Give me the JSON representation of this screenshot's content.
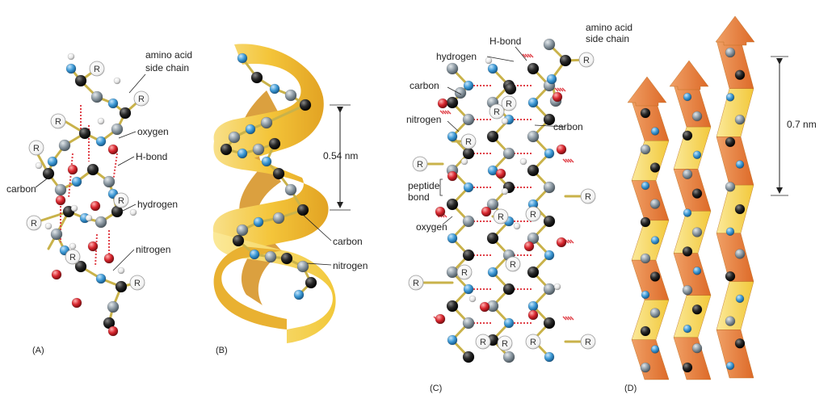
{
  "colors": {
    "carbon": "#2a2a2a",
    "carbon_grey": "#8c99a3",
    "nitrogen": "#3e9ad6",
    "oxygen": "#d8262e",
    "hydrogen": "#e8e8e8",
    "ribbon_yellow": "#f4cc3c",
    "ribbon_orange": "#e8772e",
    "hbond": "#e0424a",
    "bond": "#c9b24a"
  },
  "r_group_text": "R",
  "panelA": {
    "panel_label": "(A)",
    "amino_acid_side_chain": "amino acid\nside chain",
    "oxygen": "oxygen",
    "h_bond": "H-bond",
    "carbon": "carbon",
    "hydrogen": "hydrogen",
    "nitrogen": "nitrogen"
  },
  "panelB": {
    "panel_label": "(B)",
    "pitch": "0.54 nm",
    "carbon": "carbon",
    "nitrogen": "nitrogen"
  },
  "panelC": {
    "panel_label": "(C)",
    "amino_acid_side_chain": "amino acid\nside chain",
    "h_bond": "H-bond",
    "hydrogen": "hydrogen",
    "carbon_left": "carbon",
    "nitrogen": "nitrogen",
    "carbon_right": "carbon",
    "peptide_bond": "peptide\nbond",
    "oxygen": "oxygen"
  },
  "panelD": {
    "panel_label": "(D)",
    "spacing": "0.7 nm"
  }
}
